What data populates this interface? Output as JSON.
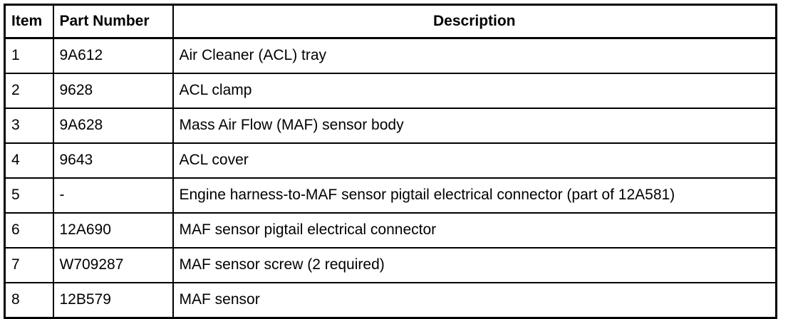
{
  "table": {
    "name": "parts-legend-table",
    "columns": [
      {
        "key": "item",
        "label": "Item",
        "align": "left"
      },
      {
        "key": "part_number",
        "label": "Part Number",
        "align": "left"
      },
      {
        "key": "description",
        "label": "Description",
        "align": "center"
      }
    ],
    "rows": [
      {
        "item": "1",
        "part_number": "9A612",
        "description": "Air Cleaner (ACL) tray"
      },
      {
        "item": "2",
        "part_number": "9628",
        "description": "ACL clamp"
      },
      {
        "item": "3",
        "part_number": "9A628",
        "description": "Mass Air Flow (MAF) sensor body"
      },
      {
        "item": "4",
        "part_number": "9643",
        "description": "ACL cover"
      },
      {
        "item": "5",
        "part_number": "-",
        "description": "Engine harness-to-MAF sensor pigtail electrical connector (part of 12A581)"
      },
      {
        "item": "6",
        "part_number": "12A690",
        "description": "MAF sensor pigtail electrical connector"
      },
      {
        "item": "7",
        "part_number": "W709287",
        "description": "MAF sensor screw (2 required)"
      },
      {
        "item": "8",
        "part_number": "12B579",
        "description": "MAF sensor"
      }
    ]
  },
  "colors": {
    "text": "#000000",
    "background": "#ffffff",
    "border": "#000000"
  }
}
